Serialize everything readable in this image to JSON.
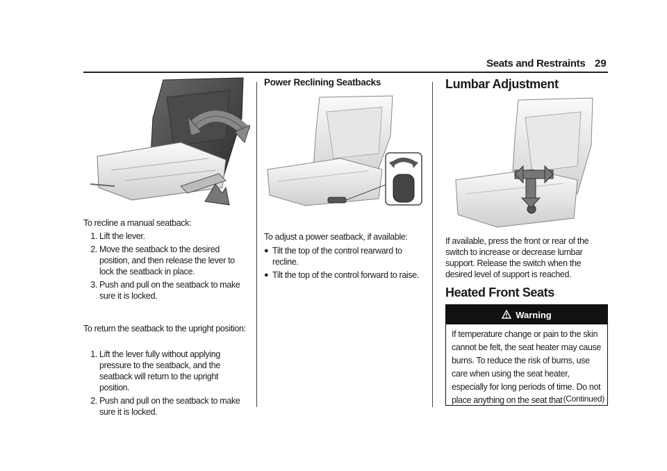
{
  "header": {
    "section_title": "Seats and Restraints",
    "page_number": "29"
  },
  "col1": {
    "intro": "To recline a manual seatback:",
    "steps": [
      "Lift the lever.",
      "Move the seatback to the desired position, and then release the lever to lock the seatback in place.",
      "Push and pull on the seatback to make sure it is locked."
    ],
    "intro2": "To return the seatback to the upright position:",
    "steps2": [
      "Lift the lever fully without applying pressure to the seatback, and the seatback will return to the upright position.",
      "Push and pull on the seatback to make sure it is locked."
    ]
  },
  "col2": {
    "heading": "Power Reclining Seatbacks",
    "intro": "To adjust a power seatback, if available:",
    "bullets": [
      "Tilt the top of the control rearward to recline.",
      "Tilt the top of the control forward to raise."
    ]
  },
  "col3": {
    "heading": "Lumbar Adjustment",
    "para": "If available, press the front or rear of the switch to increase or decrease lumbar support. Release the switch when the desired level of support is reached.",
    "heading2": "Heated Front Seats",
    "warning": {
      "title": "Warning",
      "body": "If temperature change or pain to the skin cannot be felt, the seat heater may cause burns. To reduce the risk of burns, use care when using the seat heater, especially for long periods of time. Do not place anything on the seat that",
      "continued": "(Continued)"
    }
  }
}
